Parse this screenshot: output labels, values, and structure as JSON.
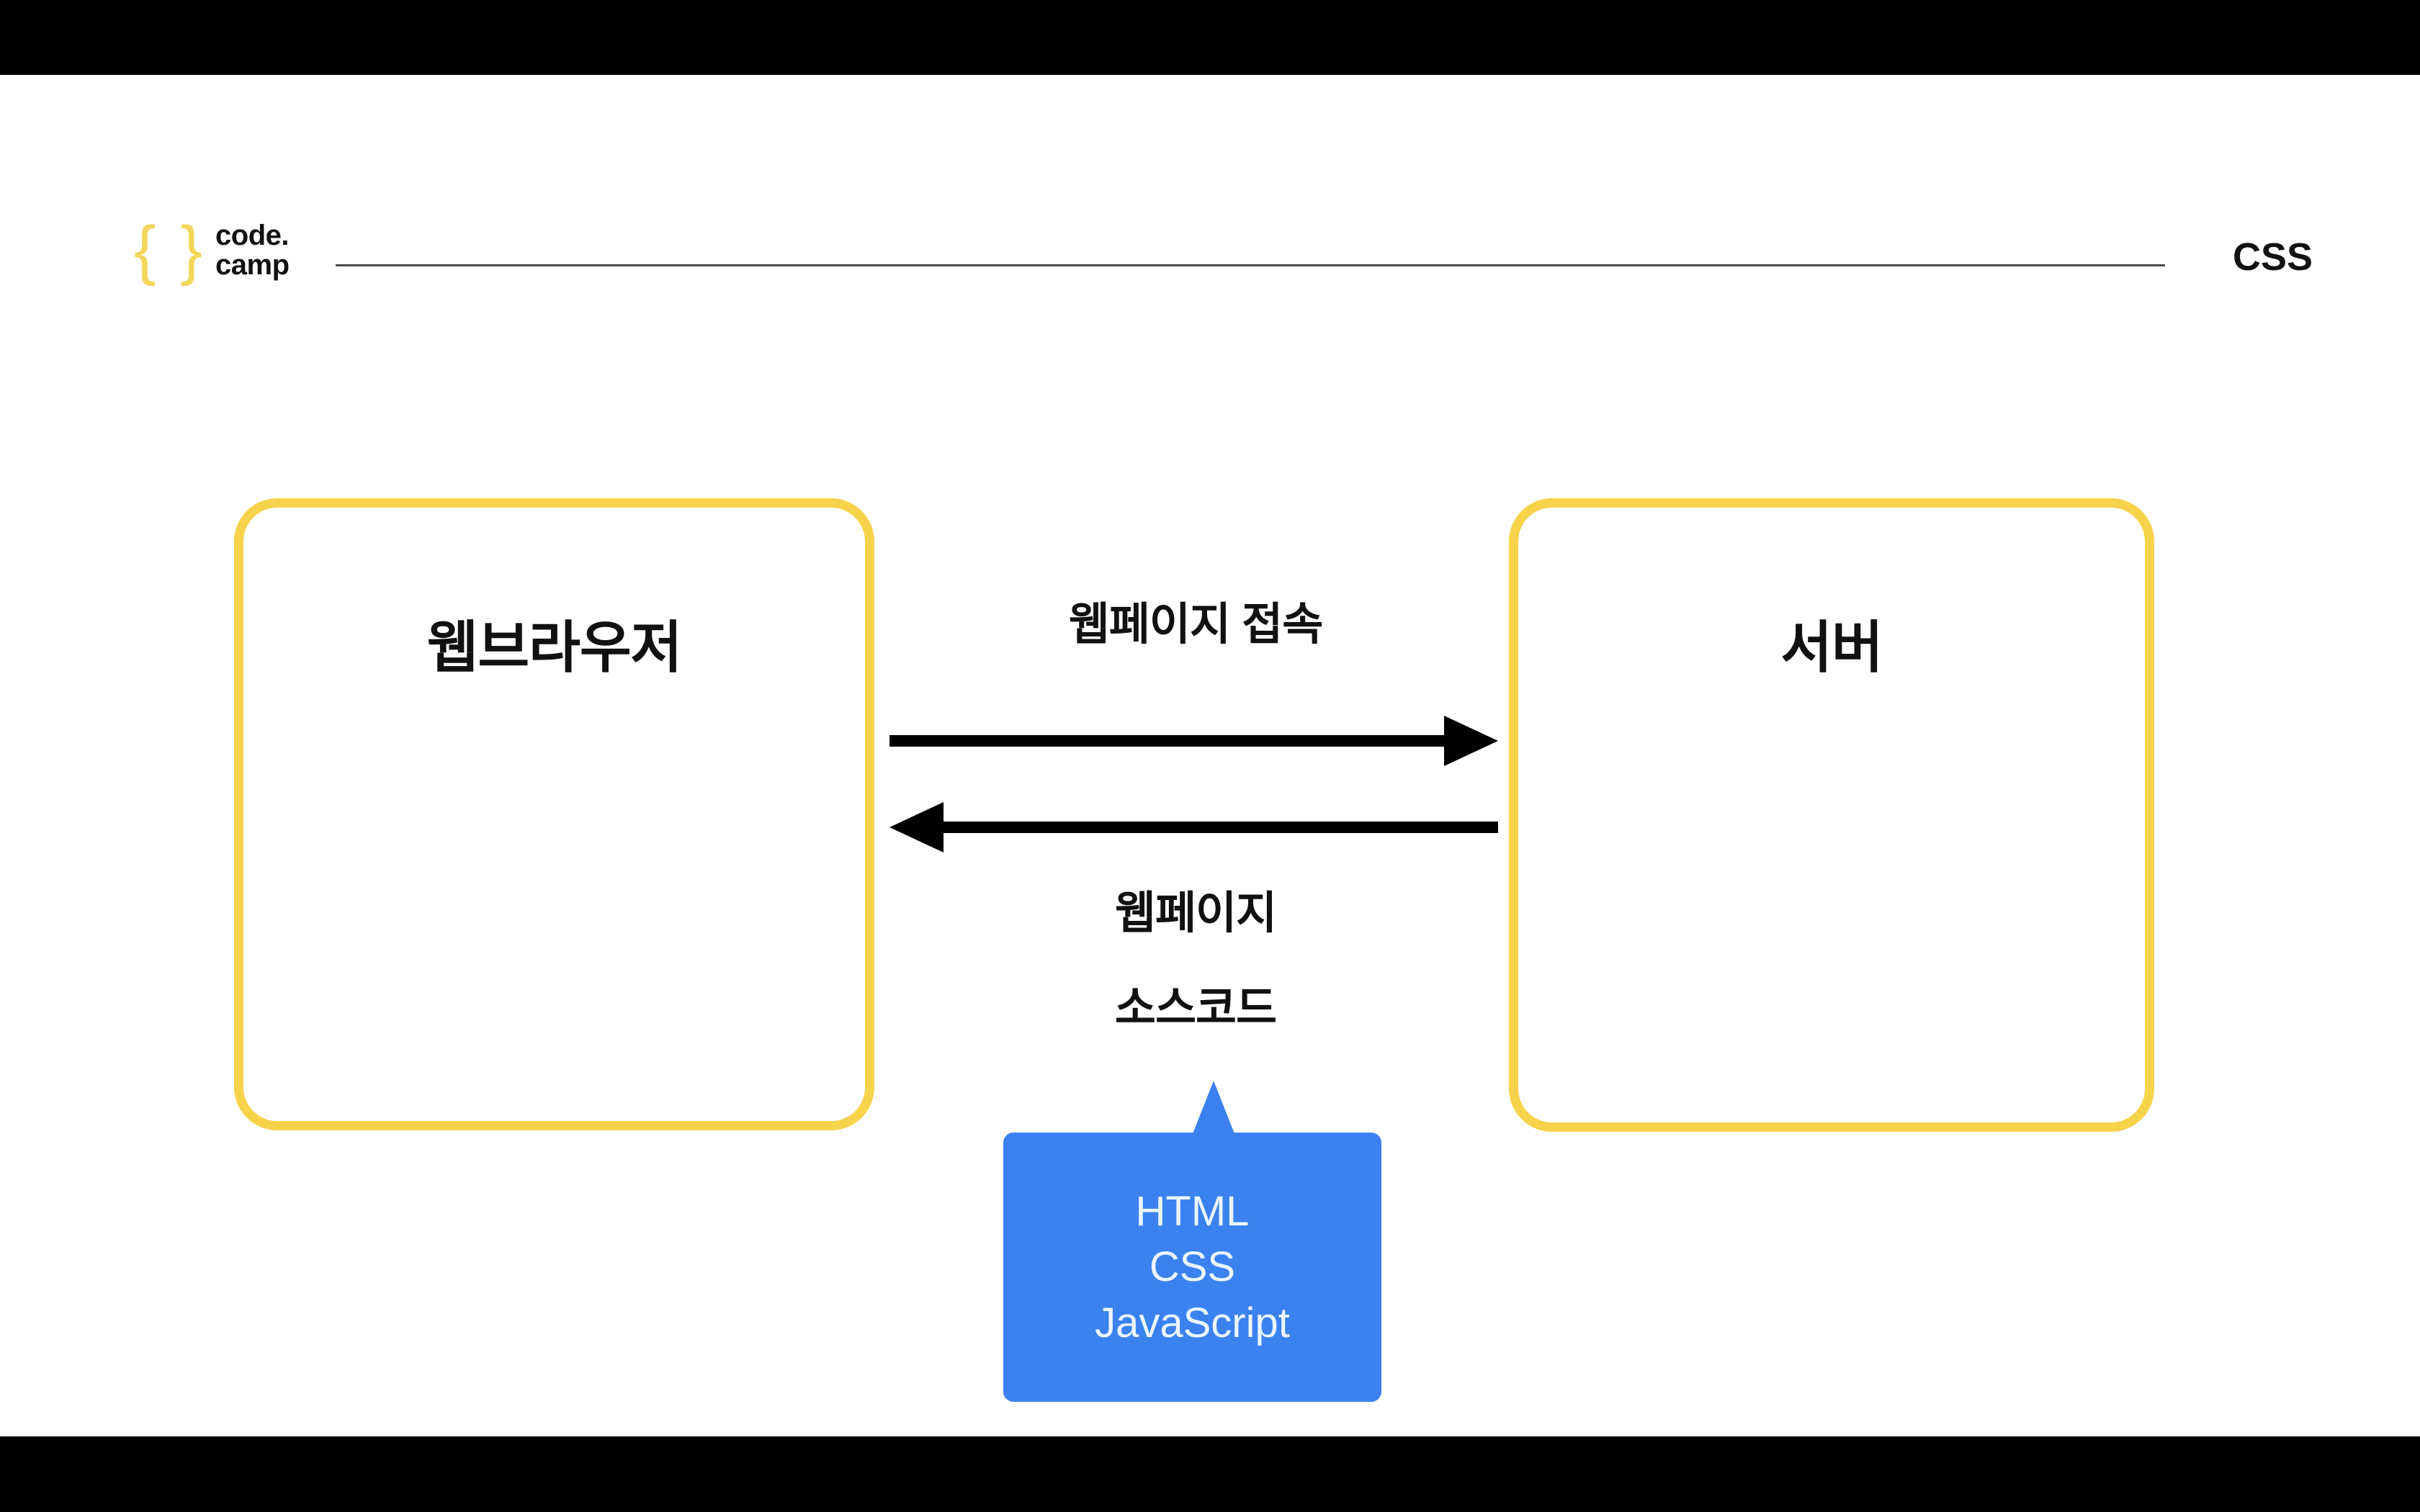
{
  "slide": {
    "header": {
      "logo_braces": "{ }",
      "logo_line1": "code.",
      "logo_line2": "camp",
      "title": "CSS"
    },
    "nodes": [
      {
        "id": "browser",
        "label": "웹브라우저"
      },
      {
        "id": "server",
        "label": "서버"
      }
    ],
    "flows": [
      {
        "id": "request",
        "label": "웹페이지 접속",
        "direction": "right"
      },
      {
        "id": "response",
        "label_line1": "웹페이지",
        "label_line2": "소스코드",
        "direction": "left"
      }
    ],
    "callout": {
      "items": [
        "HTML",
        "CSS",
        "JavaScript"
      ],
      "color": "#3B82F0"
    },
    "colors": {
      "accent_yellow": "#F7D34B",
      "logo_yellow": "#F3D75B",
      "blue": "#3B82F0",
      "text": "#111111",
      "rule": "#4A4A4A",
      "letterbox": "#000000",
      "background": "#FFFFFF"
    }
  }
}
